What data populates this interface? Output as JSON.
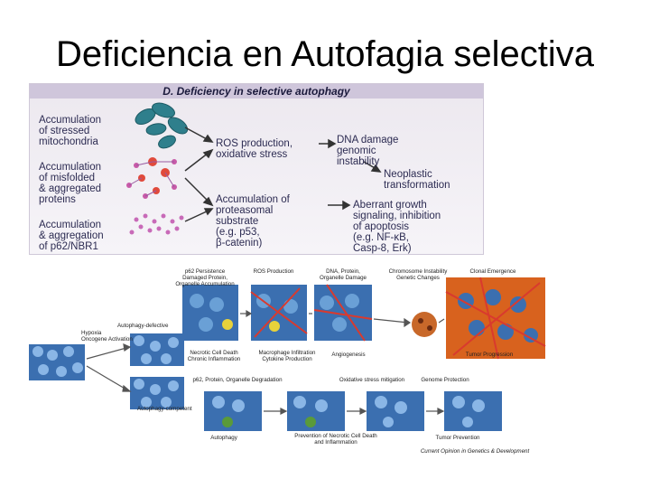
{
  "title": "Deficiencia en Autofagia selectiva",
  "top_panel": {
    "header": "D. Deficiency in selective autophagy",
    "causes": [
      "Accumulation\nof stressed\nmitochondria",
      "Accumulation\nof misfolded\n& aggregated\nproteins",
      "Accumulation\n& aggregation\nof p62/NBR1"
    ],
    "mid": [
      "ROS production,\noxidative stress",
      "Accumulation of\nproteasomal\nsubstrate\n(e.g. p53,\nβ-catenin)"
    ],
    "right": [
      "DNA damage\ngenomic\ninstability",
      "Neoplastic\ntransformation",
      "Aberrant growth\nsignaling, inhibition\nof apoptosis\n(e.g. NF-κB,\nCasp-8, Erk)"
    ]
  },
  "bottom_panel": {
    "top_row": [
      "p62 Persistence\nDamaged Protein,\nOrganelle Accumulation",
      "ROS Production",
      "DNA, Protein,\nOrganelle Damage",
      "Chromosome Instability\nGenetic Changes",
      "Clonal Emergence"
    ],
    "mid_row": [
      "Necrotic Cell Death\nChronic Inflammation",
      "Macrophage Infiltration\nCytokine Production",
      "Angiogenesis",
      "Tumor Progression"
    ],
    "left_labels": [
      "Hypoxia\nOncogene Activation",
      "Autophagy-defective",
      "Autophagy-competent"
    ],
    "lower_row": [
      "p62, Protein, Organelle Degradation",
      "Oxidative stress mitigation",
      "Genome Protection"
    ],
    "bottom_row": [
      "Autophagy",
      "Prevention of Necrotic Cell Death\nand Inflammation",
      "Tumor Prevention"
    ],
    "citation": "Current Opinion in Genetics & Development"
  }
}
